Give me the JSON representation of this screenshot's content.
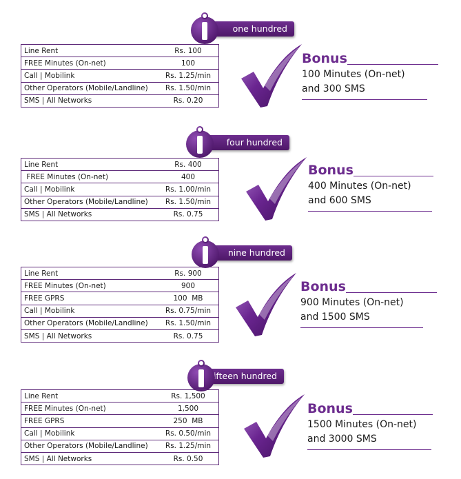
{
  "plans": [
    {
      "badge": "one hundred",
      "rows": [
        {
          "label": "Line Rent",
          "value": "Rs. 100"
        },
        {
          "label": "FREE Minutes (On-net)",
          "value": "100"
        },
        {
          "label": "Call | Mobilink",
          "value": "Rs. 1.25/min"
        },
        {
          "label": "Other Operators (Mobile/Landline)",
          "value": "Rs. 1.50/min"
        },
        {
          "label": "SMS | All Networks",
          "value": "Rs. 0.20"
        }
      ],
      "bonus": {
        "title": "Bonus",
        "line1": "100 Minutes (On-net)",
        "line2": "and 300 SMS"
      }
    },
    {
      "badge": "four hundred",
      "rows": [
        {
          "label": "Line Rent",
          "value": "Rs. 400"
        },
        {
          "label": " FREE Minutes (On-net)",
          "value": "400"
        },
        {
          "label": "Call | Mobilink",
          "value": "Rs. 1.00/min"
        },
        {
          "label": "Other Operators (Mobile/Landline)",
          "value": "Rs. 1.50/min"
        },
        {
          "label": "SMS | All Networks",
          "value": "Rs. 0.75"
        }
      ],
      "bonus": {
        "title": "Bonus",
        "line1": "400 Minutes (On-net)",
        "line2": "and 600 SMS"
      }
    },
    {
      "badge": "nine hundred",
      "rows": [
        {
          "label": "Line Rent",
          "value": "Rs. 900"
        },
        {
          "label": "FREE Minutes (On-net)",
          "value": "900"
        },
        {
          "label": "FREE GPRS",
          "value": "100  MB"
        },
        {
          "label": "Call | Mobilink",
          "value": "Rs. 0.75/min"
        },
        {
          "label": "Other Operators (Mobile/Landline)",
          "value": "Rs. 1.50/min"
        },
        {
          "label": "SMS | All Networks",
          "value": "Rs. 0.75"
        }
      ],
      "bonus": {
        "title": "Bonus",
        "line1": "900 Minutes (On-net)",
        "line2": "and 1500 SMS"
      }
    },
    {
      "badge": "fifteen hundred",
      "rows": [
        {
          "label": "Line Rent",
          "value": "Rs. 1,500"
        },
        {
          "label": "FREE Minutes (On-net)",
          "value": "1,500"
        },
        {
          "label": "FREE GPRS",
          "value": "250  MB"
        },
        {
          "label": "Call | Mobilink",
          "value": "Rs. 0.50/min"
        },
        {
          "label": "Other Operators (Mobile/Landline)",
          "value": "Rs. 1.25/min"
        },
        {
          "label": "SMS | All Networks",
          "value": "Rs. 0.50"
        }
      ],
      "bonus": {
        "title": "Bonus",
        "line1": "1500 Minutes (On-net)",
        "line2": "and 3000 SMS"
      }
    }
  ],
  "colors": {
    "purple": "#6c2c8e",
    "badge": "#5a2278"
  },
  "icons": {
    "badge": "info-i-icon",
    "check": "checkmark-icon"
  }
}
